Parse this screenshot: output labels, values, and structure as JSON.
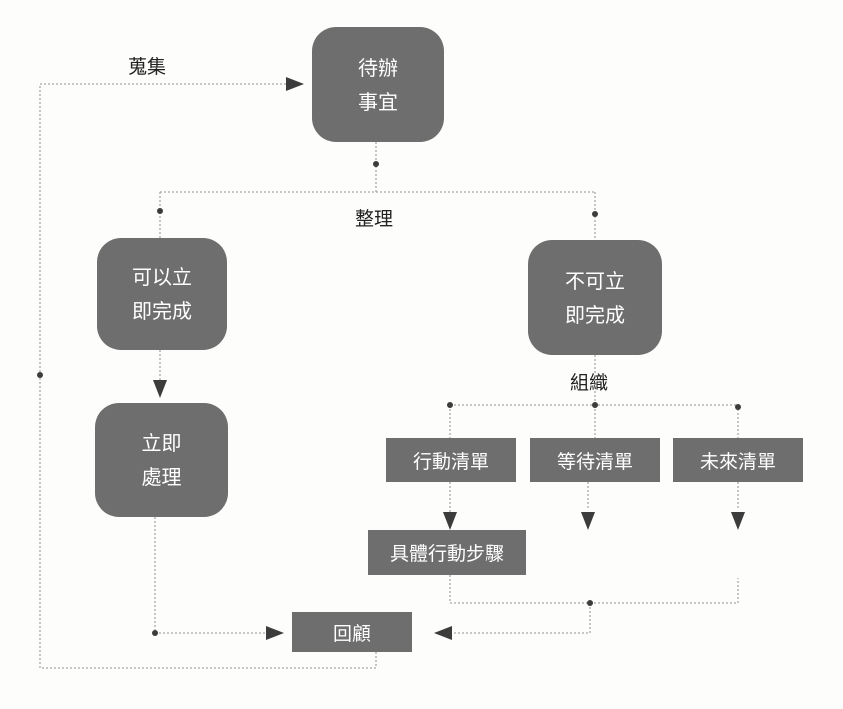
{
  "colors": {
    "node_fill": "#6e6e6e",
    "node_text": "#ffffff",
    "connector": "#9a9a9a",
    "arrowhead": "#3c3c3c",
    "label_text": "#222222"
  },
  "nodes": {
    "inbox": "待辦\n事宜",
    "actionable_now": "可以立\n即完成",
    "not_actionable_now": "不可立\n即完成",
    "do_now": "立即\n處理",
    "action_list": "行動清單",
    "waiting_list": "等待清單",
    "someday_list": "未來清單",
    "next_steps": "具體行動步驟",
    "review": "回顧"
  },
  "labels": {
    "collect": "蒐集",
    "clarify": "整理",
    "organize": "組織"
  }
}
